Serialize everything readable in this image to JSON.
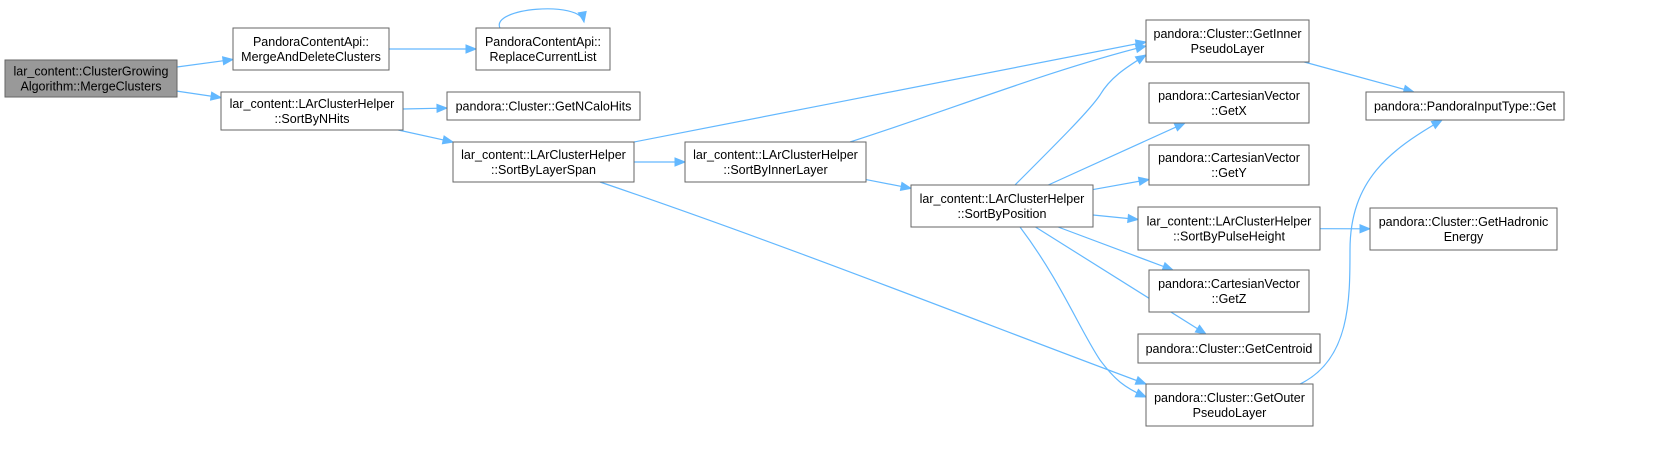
{
  "colors": {
    "edge": "#63b8ff",
    "node_border": "#666666",
    "root_fill": "#999999",
    "node_fill": "#ffffff",
    "text": "#000000"
  },
  "nodes": [
    {
      "id": "merge_clusters",
      "lines": [
        "lar_content::ClusterGrowing",
        "Algorithm::MergeClusters"
      ],
      "root": true
    },
    {
      "id": "merge_and_delete",
      "lines": [
        "PandoraContentApi::",
        "MergeAndDeleteClusters"
      ]
    },
    {
      "id": "replace_current_list",
      "lines": [
        "PandoraContentApi::",
        "ReplaceCurrentList"
      ]
    },
    {
      "id": "sort_by_nhits",
      "lines": [
        "lar_content::LArClusterHelper",
        "::SortByNHits"
      ]
    },
    {
      "id": "get_ncalohits",
      "lines": [
        "pandora::Cluster::GetNCaloHits"
      ]
    },
    {
      "id": "sort_by_layer_span",
      "lines": [
        "lar_content::LArClusterHelper",
        "::SortByLayerSpan"
      ]
    },
    {
      "id": "sort_by_inner_layer",
      "lines": [
        "lar_content::LArClusterHelper",
        "::SortByInnerLayer"
      ]
    },
    {
      "id": "sort_by_position",
      "lines": [
        "lar_content::LArClusterHelper",
        "::SortByPosition"
      ]
    },
    {
      "id": "get_inner_pseudo_layer",
      "lines": [
        "pandora::Cluster::GetInner",
        "PseudoLayer"
      ]
    },
    {
      "id": "get_x",
      "lines": [
        "pandora::CartesianVector",
        "::GetX"
      ]
    },
    {
      "id": "get_y",
      "lines": [
        "pandora::CartesianVector",
        "::GetY"
      ]
    },
    {
      "id": "sort_by_pulse_height",
      "lines": [
        "lar_content::LArClusterHelper",
        "::SortByPulseHeight"
      ]
    },
    {
      "id": "get_z",
      "lines": [
        "pandora::CartesianVector",
        "::GetZ"
      ]
    },
    {
      "id": "get_centroid",
      "lines": [
        "pandora::Cluster::GetCentroid"
      ]
    },
    {
      "id": "get_outer_pseudo_layer",
      "lines": [
        "pandora::Cluster::GetOuter",
        "PseudoLayer"
      ]
    },
    {
      "id": "pandora_input_type_get",
      "lines": [
        "pandora::PandoraInputType::Get"
      ]
    },
    {
      "id": "get_hadronic_energy",
      "lines": [
        "pandora::Cluster::GetHadronic",
        "Energy"
      ]
    }
  ],
  "edges": [
    {
      "from": "merge_clusters",
      "to": "merge_and_delete"
    },
    {
      "from": "merge_clusters",
      "to": "sort_by_nhits"
    },
    {
      "from": "merge_and_delete",
      "to": "replace_current_list"
    },
    {
      "from": "replace_current_list",
      "to": "replace_current_list"
    },
    {
      "from": "sort_by_nhits",
      "to": "get_ncalohits"
    },
    {
      "from": "sort_by_nhits",
      "to": "sort_by_layer_span"
    },
    {
      "from": "sort_by_layer_span",
      "to": "sort_by_inner_layer"
    },
    {
      "from": "sort_by_layer_span",
      "to": "get_inner_pseudo_layer"
    },
    {
      "from": "sort_by_layer_span",
      "to": "get_outer_pseudo_layer"
    },
    {
      "from": "sort_by_inner_layer",
      "to": "sort_by_position"
    },
    {
      "from": "sort_by_inner_layer",
      "to": "get_inner_pseudo_layer"
    },
    {
      "from": "sort_by_position",
      "to": "get_inner_pseudo_layer"
    },
    {
      "from": "sort_by_position",
      "to": "get_x"
    },
    {
      "from": "sort_by_position",
      "to": "get_y"
    },
    {
      "from": "sort_by_position",
      "to": "sort_by_pulse_height"
    },
    {
      "from": "sort_by_position",
      "to": "get_z"
    },
    {
      "from": "sort_by_position",
      "to": "get_centroid"
    },
    {
      "from": "sort_by_position",
      "to": "get_outer_pseudo_layer"
    },
    {
      "from": "sort_by_pulse_height",
      "to": "get_hadronic_energy"
    },
    {
      "from": "get_inner_pseudo_layer",
      "to": "pandora_input_type_get"
    },
    {
      "from": "get_outer_pseudo_layer",
      "to": "pandora_input_type_get"
    }
  ]
}
